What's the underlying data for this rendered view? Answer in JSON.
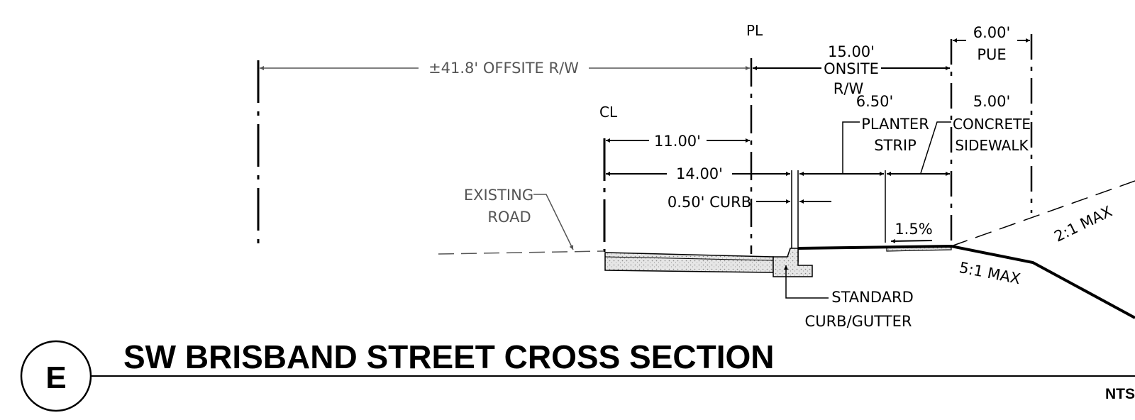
{
  "title": "SW BRISBAND STREET CROSS SECTION",
  "section_id": "E",
  "scale": "NTS",
  "symbols": {
    "property_line": "PL",
    "centerline": "CL"
  },
  "dimensions": {
    "offsite_rw": "±41.8' OFFSITE R/W",
    "onsite_rw_value": "15.00'",
    "onsite_rw_label1": "ONSITE",
    "onsite_rw_label2": "R/W",
    "pue_value": "6.00'",
    "pue_label": "PUE",
    "planter_value": "6.50'",
    "planter_label1": "PLANTER",
    "planter_label2": "STRIP",
    "sidewalk_value": "5.00'",
    "sidewalk_label1": "CONCRETE",
    "sidewalk_label2": "SIDEWALK",
    "half_road": "11.00'",
    "to_curb": "14.00'",
    "curb": "0.50' CURB",
    "cross_slope": "1.5%"
  },
  "labels": {
    "existing_road_1": "EXISTING",
    "existing_road_2": "ROAD",
    "curb_gutter_1": "STANDARD",
    "curb_gutter_2": "CURB/GUTTER",
    "fill_slope": "5:1 MAX",
    "cut_slope": "2:1 MAX"
  }
}
